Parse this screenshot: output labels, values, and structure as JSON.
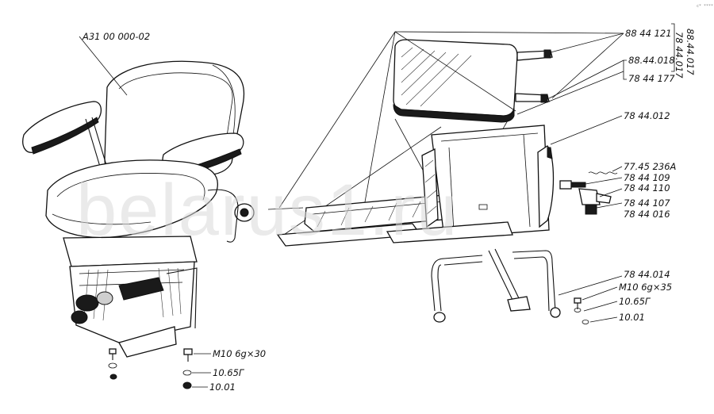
{
  "watermark": "belarus1.ru",
  "corner_mark": "c* ****",
  "labels": {
    "seat_assembly": "А31 00 000-02",
    "cushion": "88 44 121",
    "p_88_44_018": "88.44.018",
    "p_78_44_177": "78 44 177",
    "group_88_44_017": "88.44.017",
    "group_78_44_017": "78 44.017",
    "p_78_44_012": "78 44.012",
    "p_77_45_236a": "77.45 236А",
    "p_78_44_109": "78 44 109",
    "p_78_44_110": "78 44 110",
    "p_78_44_107": "78 44 107",
    "p_78_44_016": "78 44 016",
    "p_78_44_014": "78 44.014",
    "bolt_right": "М10 6g×35",
    "washer_right": "10.65Г",
    "nut_right": "10.01",
    "bolt_left": "М10 6g×30",
    "washer_left": "10.65Г",
    "nut_left": "10.01"
  }
}
